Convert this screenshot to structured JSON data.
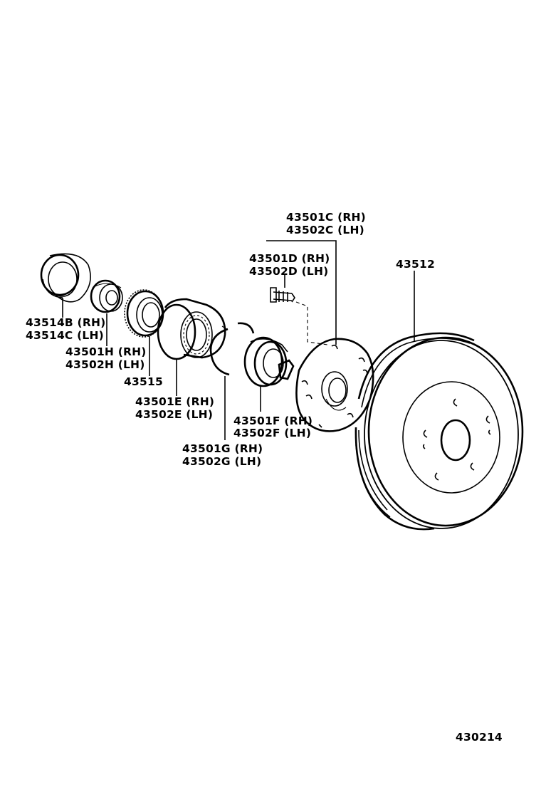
{
  "diagram_id": "430214",
  "parts": {
    "grease_cap": {
      "rh": "43514B (RH)",
      "lh": "43514C (LH)"
    },
    "outer_bearing": {
      "rh": "43501H (RH)",
      "lh": "43502H (LH)"
    },
    "sensor_rotor": {
      "code": "43515"
    },
    "outer_race": {
      "rh": "43501E (RH)",
      "lh": "43502E (LH)"
    },
    "snap_ring": {
      "rh": "43501G (RH)",
      "lh": "43502G (LH)"
    },
    "oil_seal": {
      "rh": "43501F (RH)",
      "lh": "43502F (LH)"
    },
    "hub_bolt": {
      "rh": "43501D (RH)",
      "lh": "43502D (LH)"
    },
    "axle_hub": {
      "rh": "43501C (RH)",
      "lh": "43502C (LH)"
    },
    "disc": {
      "code": "43512"
    }
  }
}
